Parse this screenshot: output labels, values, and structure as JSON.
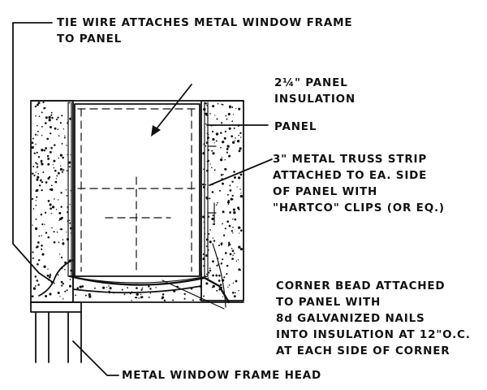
{
  "labels": {
    "tie_wire_1": "TIE WIRE ATTACHES METAL WINDOW FRAME",
    "tie_wire_2": "TO PANEL",
    "insulation_1": "2¼\" PANEL",
    "insulation_2": "INSULATION",
    "panel": "PANEL",
    "truss_1": "3\" METAL TRUSS  STRIP",
    "truss_2": "ATTACHED TO EA. SIDE",
    "truss_3": "OF PANEL WITH",
    "truss_4": "\"HARTCO\" CLIPS (OR EQ.)",
    "corner_1": "CORNER  BEAD ATTACHED",
    "corner_2": "TO PANEL WITH",
    "corner_3": "8d GALVANIZED NAILS",
    "corner_4": "INTO INSULATION AT 12\"O.C.",
    "corner_5": "AT EACH SIDE OF CORNER",
    "window_head": "METAL  WINDOW  FRAME  HEAD"
  }
}
